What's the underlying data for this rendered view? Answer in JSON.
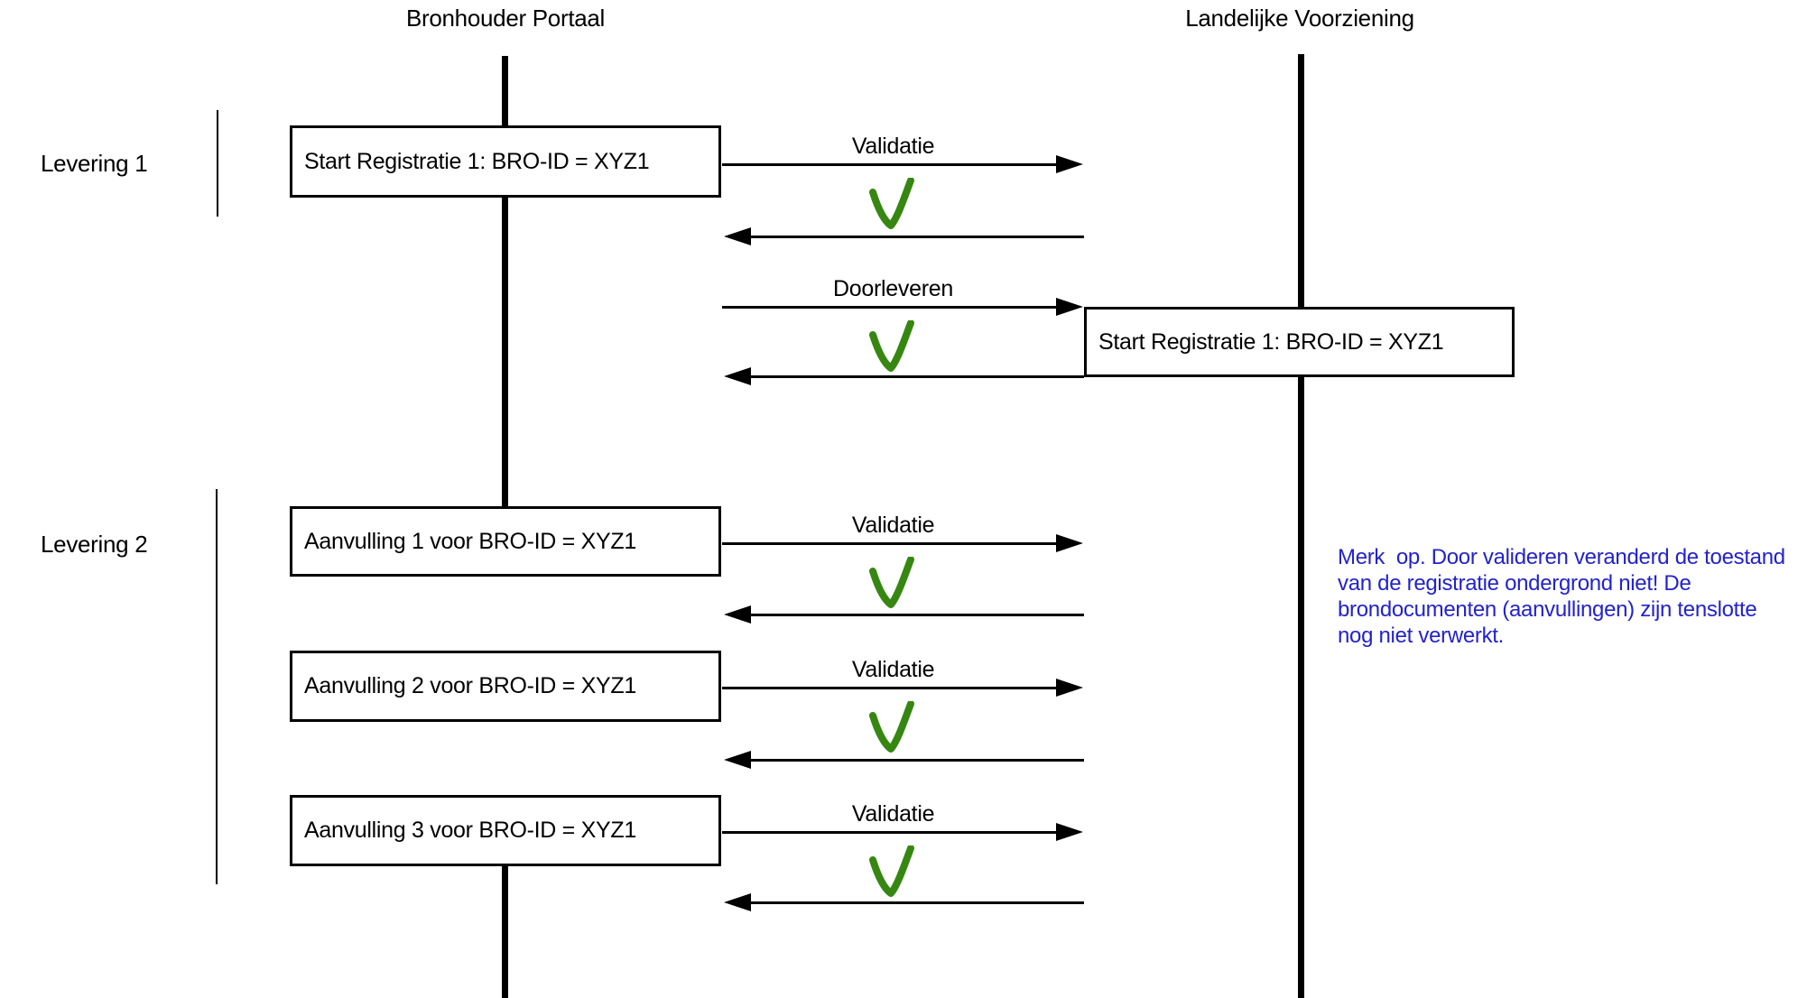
{
  "diagram": {
    "actors": [
      {
        "name": "Bronhouder Portaal"
      },
      {
        "name": "Landelijke Voorziening"
      }
    ],
    "groups": [
      {
        "label": "Levering 1"
      },
      {
        "label": "Levering 2"
      }
    ],
    "boxes": {
      "start_reg_left": "Start Registratie 1: BRO-ID = XYZ1",
      "start_reg_right": "Start Registratie 1: BRO-ID = XYZ1",
      "aanvulling1": "Aanvulling 1 voor BRO-ID = XYZ1",
      "aanvulling2": "Aanvulling 2 voor BRO-ID = XYZ1",
      "aanvulling3": "Aanvulling 3 voor BRO-ID = XYZ1"
    },
    "messages": [
      {
        "label": "Validatie",
        "result": "check-ok"
      },
      {
        "label": "Doorleveren",
        "result": "check-ok"
      },
      {
        "label": "Validatie",
        "result": "check-ok"
      },
      {
        "label": "Validatie",
        "result": "check-ok"
      },
      {
        "label": "Validatie",
        "result": "check-ok"
      }
    ],
    "note": {
      "lines": [
        "Merk  op. Door valideren veranderd de toestand",
        "van de registratie ondergrond niet! De",
        "brondocumenten (aanvullingen) zijn tenslotte",
        "nog niet verwerkt."
      ],
      "color": "#2222cc"
    },
    "colors": {
      "check_green": "#368712",
      "line_black": "#000000",
      "note_blue": "#2222cc"
    }
  }
}
